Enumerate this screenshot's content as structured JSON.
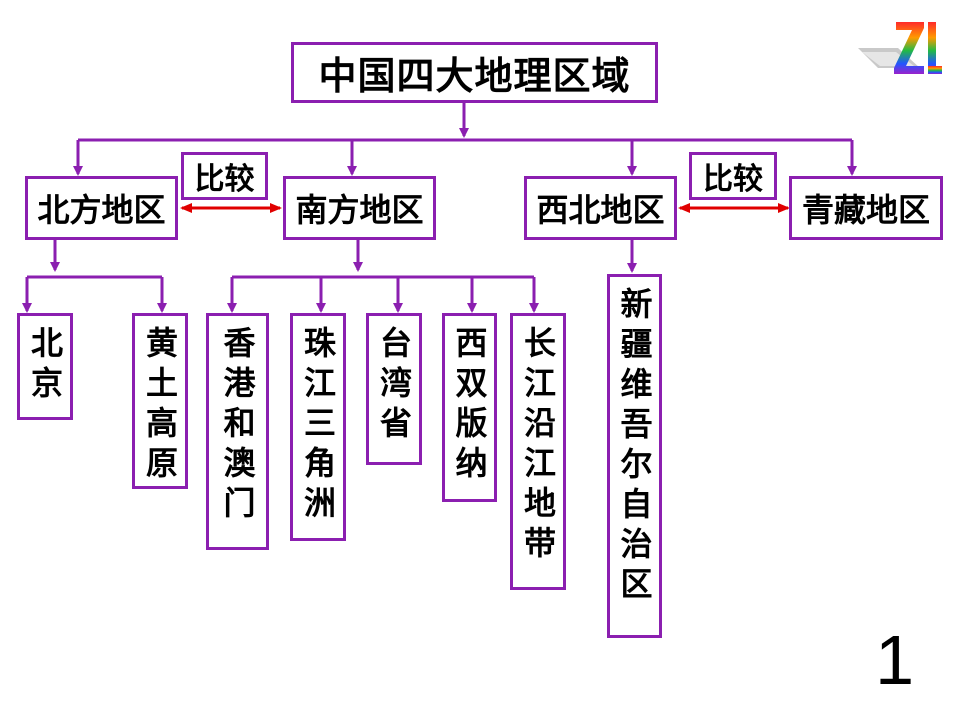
{
  "title": "中国四大地理区域",
  "regions": {
    "north": "北方地区",
    "south": "南方地区",
    "northwest": "西北地区",
    "qingzang": "青藏地区"
  },
  "compare": [
    "比较",
    "比较"
  ],
  "north_examples": [
    "北京",
    "黄土高原"
  ],
  "south_examples": [
    "香港和澳门",
    "珠江三角洲",
    "台湾省",
    "西双版纳",
    "长江沿江地带"
  ],
  "northwest_examples": [
    "新疆维吾尔自治区"
  ],
  "page_number": "1",
  "colors": {
    "line": "#8b1fb0",
    "compare_arrow": "#e00000"
  }
}
